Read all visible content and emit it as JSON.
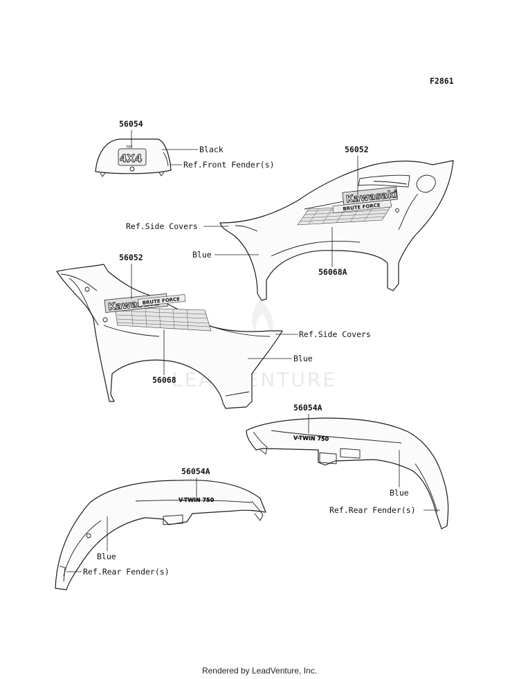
{
  "figure_code": "F2861",
  "labels": {
    "p56054": "56054",
    "black": "Black",
    "ref_front_fender": "Ref.Front Fender(s)",
    "p56052_right": "56052",
    "ref_side_covers_right": "Ref.Side Covers",
    "blue_right": "Blue",
    "p56068a": "56068A",
    "p56052_left": "56052",
    "ref_side_covers_left": "Ref.Side Covers",
    "blue_left": "Blue",
    "p56068": "56068",
    "p56054a_right": "56054A",
    "blue_rear_right": "Blue",
    "ref_rear_fender_right": "Ref.Rear Fender(s)",
    "p56054a_left": "56054A",
    "blue_rear_left": "Blue",
    "ref_rear_fender_left": "Ref.Rear Fender(s)"
  },
  "decals": {
    "kawasaki": "Kawasaki",
    "brute_force": "BRUTE FORCE",
    "badge_4x4": "4X4",
    "model": "750",
    "vtwin": "V-TWIN 750"
  },
  "watermark": "LEADVENTURE",
  "footer": "Rendered by LeadVenture, Inc."
}
